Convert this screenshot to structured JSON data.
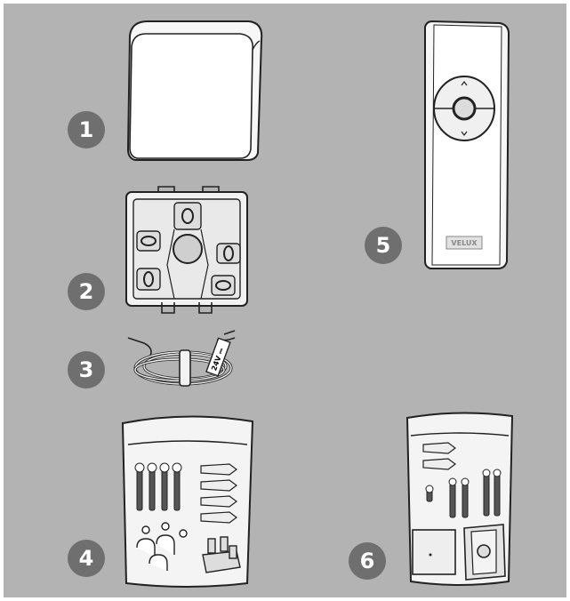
{
  "items": [
    {
      "number": "1",
      "icon": "junction-box-icon"
    },
    {
      "number": "2",
      "icon": "mounting-bracket-icon"
    },
    {
      "number": "3",
      "icon": "cable-icon",
      "cable_label": "24V ⎓"
    },
    {
      "number": "4",
      "icon": "screw-bag-icon"
    },
    {
      "number": "5",
      "icon": "remote-control-icon",
      "brand_label": "VELUX"
    },
    {
      "number": "6",
      "icon": "remote-holder-kit-icon"
    }
  ],
  "colors": {
    "background": "#b3b3b3",
    "badge": "#6f6f6f",
    "outline": "#222222"
  }
}
